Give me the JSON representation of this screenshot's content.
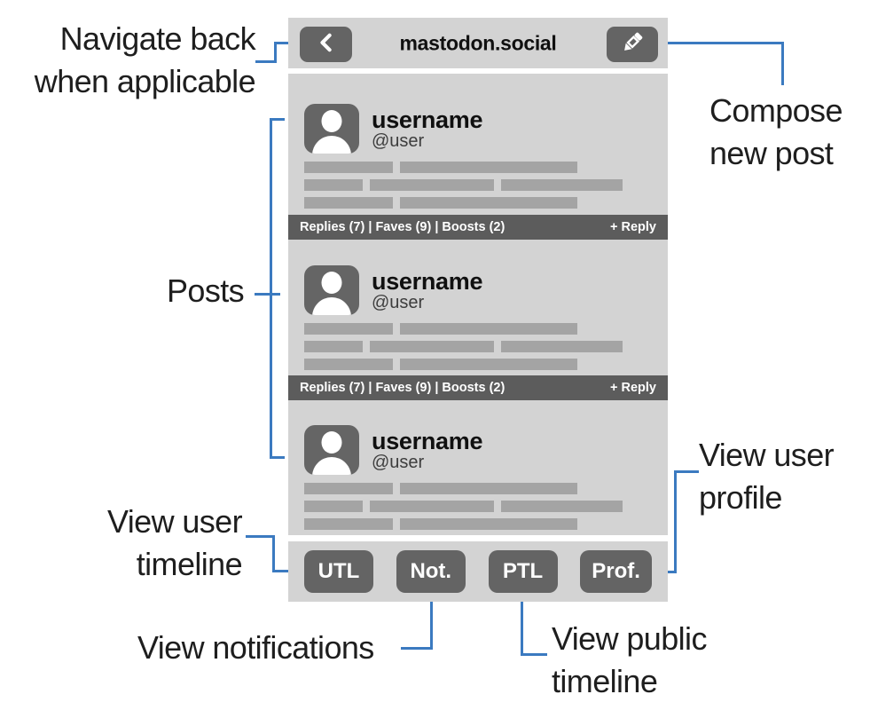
{
  "colors": {
    "accent_blue": "#3b7ac0",
    "panel_gray": "#d3d3d3",
    "control_gray": "#646464",
    "stats_gray": "#5c5c5c",
    "placeholder_bar_gray": "#a4a4a4"
  },
  "phone": {
    "title_bar": {
      "title": "mastodon.social",
      "back_icon": "chevron-left-icon",
      "compose_icon": "pencil-icon"
    },
    "posts": [
      {
        "username": "username",
        "handle": "@user"
      },
      {
        "username": "username",
        "handle": "@user"
      },
      {
        "username": "username",
        "handle": "@user"
      }
    ],
    "stats_bar": {
      "summary": "Replies (7) | Faves (9) | Boosts (2)",
      "reply_action": "+ Reply"
    },
    "nav_buttons": [
      {
        "label": "UTL"
      },
      {
        "label": "Not."
      },
      {
        "label": "PTL"
      },
      {
        "label": "Prof."
      }
    ]
  },
  "annotations": {
    "navigate_back": {
      "line1": "Navigate back",
      "line2": "when applicable"
    },
    "compose": {
      "line1": "Compose",
      "line2": "new post"
    },
    "posts": {
      "label": "Posts"
    },
    "view_user_timeline": {
      "line1": "View user",
      "line2": "timeline"
    },
    "view_notifications": {
      "label": "View notifications"
    },
    "view_public_timeline": {
      "line1": "View public",
      "line2": "timeline"
    },
    "view_user_profile": {
      "line1": "View user",
      "line2": "profile"
    }
  }
}
